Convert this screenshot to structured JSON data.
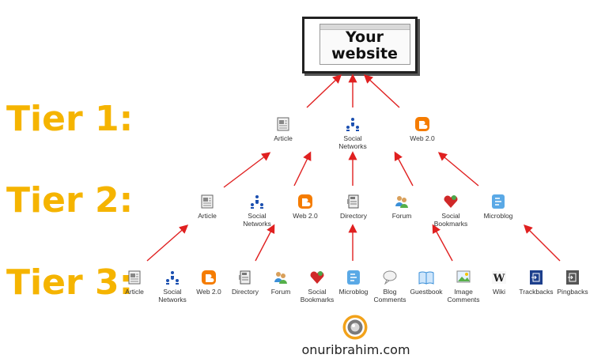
{
  "website": {
    "line1": "Your",
    "line2": "website"
  },
  "tier_labels": [
    "Tier 1:",
    "Tier 2:",
    "Tier 3:"
  ],
  "tier1": [
    {
      "label": "Article",
      "icon": "article-icon"
    },
    {
      "label": "Social\nNetworks",
      "icon": "social-networks-icon"
    },
    {
      "label": "Web 2.0",
      "icon": "web20-icon"
    }
  ],
  "tier2": [
    {
      "label": "Article",
      "icon": "article-icon"
    },
    {
      "label": "Social\nNetworks",
      "icon": "social-networks-icon"
    },
    {
      "label": "Web 2.0",
      "icon": "web20-icon"
    },
    {
      "label": "Directory",
      "icon": "directory-icon"
    },
    {
      "label": "Forum",
      "icon": "forum-icon"
    },
    {
      "label": "Social\nBookmarks",
      "icon": "social-bookmarks-icon"
    },
    {
      "label": "Microblog",
      "icon": "microblog-icon"
    }
  ],
  "tier3": [
    {
      "label": "Article",
      "icon": "article-icon"
    },
    {
      "label": "Social\nNetworks",
      "icon": "social-networks-icon"
    },
    {
      "label": "Web 2.0",
      "icon": "web20-icon"
    },
    {
      "label": "Directory",
      "icon": "directory-icon"
    },
    {
      "label": "Forum",
      "icon": "forum-icon"
    },
    {
      "label": "Social\nBookmarks",
      "icon": "social-bookmarks-icon"
    },
    {
      "label": "Microblog",
      "icon": "microblog-icon"
    },
    {
      "label": "Blog\nComments",
      "icon": "blog-comments-icon"
    },
    {
      "label": "Guestbook",
      "icon": "guestbook-icon"
    },
    {
      "label": "Image\nComments",
      "icon": "image-comments-icon"
    },
    {
      "label": "Wiki",
      "icon": "wiki-icon"
    },
    {
      "label": "Trackbacks",
      "icon": "trackbacks-icon"
    },
    {
      "label": "Pingbacks",
      "icon": "pingbacks-icon"
    }
  ],
  "footer": "onuribrahim.com",
  "colors": {
    "tier_label": "#f5b400",
    "arrow": "#e02020",
    "blogger": "#f57c00"
  }
}
